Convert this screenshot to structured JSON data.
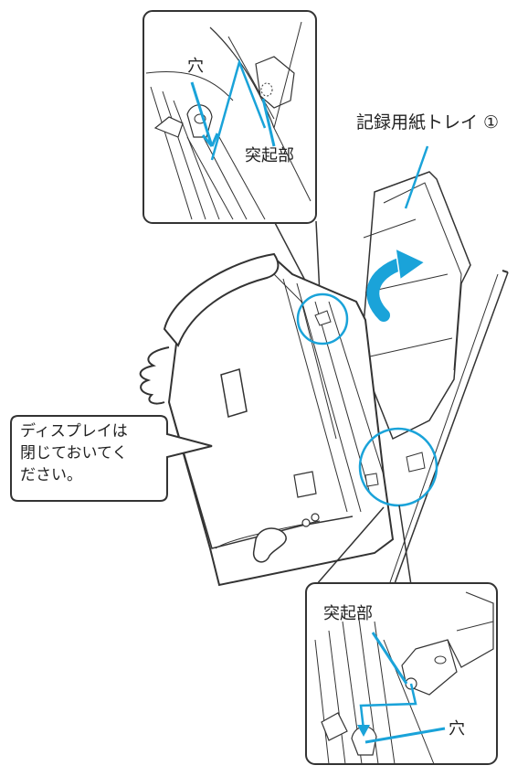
{
  "labels": {
    "top_hole": "穴",
    "top_protrusion": "突起部",
    "tray": "記録用紙トレイ ①",
    "bottom_protrusion": "突起部",
    "bottom_hole": "穴"
  },
  "callout": {
    "line1": "ディスプレイは",
    "line2": "閉じておいてく",
    "line3": "ださい。"
  },
  "colors": {
    "accent": "#1aa3d9",
    "line": "#333333"
  }
}
